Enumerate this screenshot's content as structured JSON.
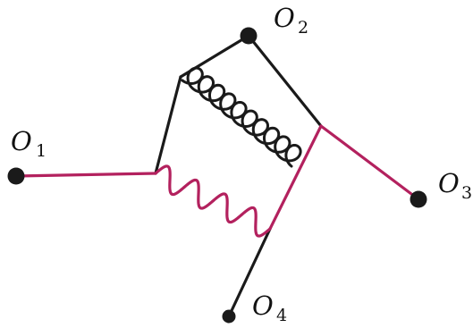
{
  "colors": {
    "line": "#1a1a1a",
    "accent": "#b3215e",
    "vertex": "#1a1a1a"
  },
  "operators": [
    {
      "id": "o1",
      "symbol": "O",
      "index": "1"
    },
    {
      "id": "o2",
      "symbol": "O",
      "index": "2"
    },
    {
      "id": "o3",
      "symbol": "O",
      "index": "3"
    },
    {
      "id": "o4",
      "symbol": "O",
      "index": "4"
    }
  ]
}
